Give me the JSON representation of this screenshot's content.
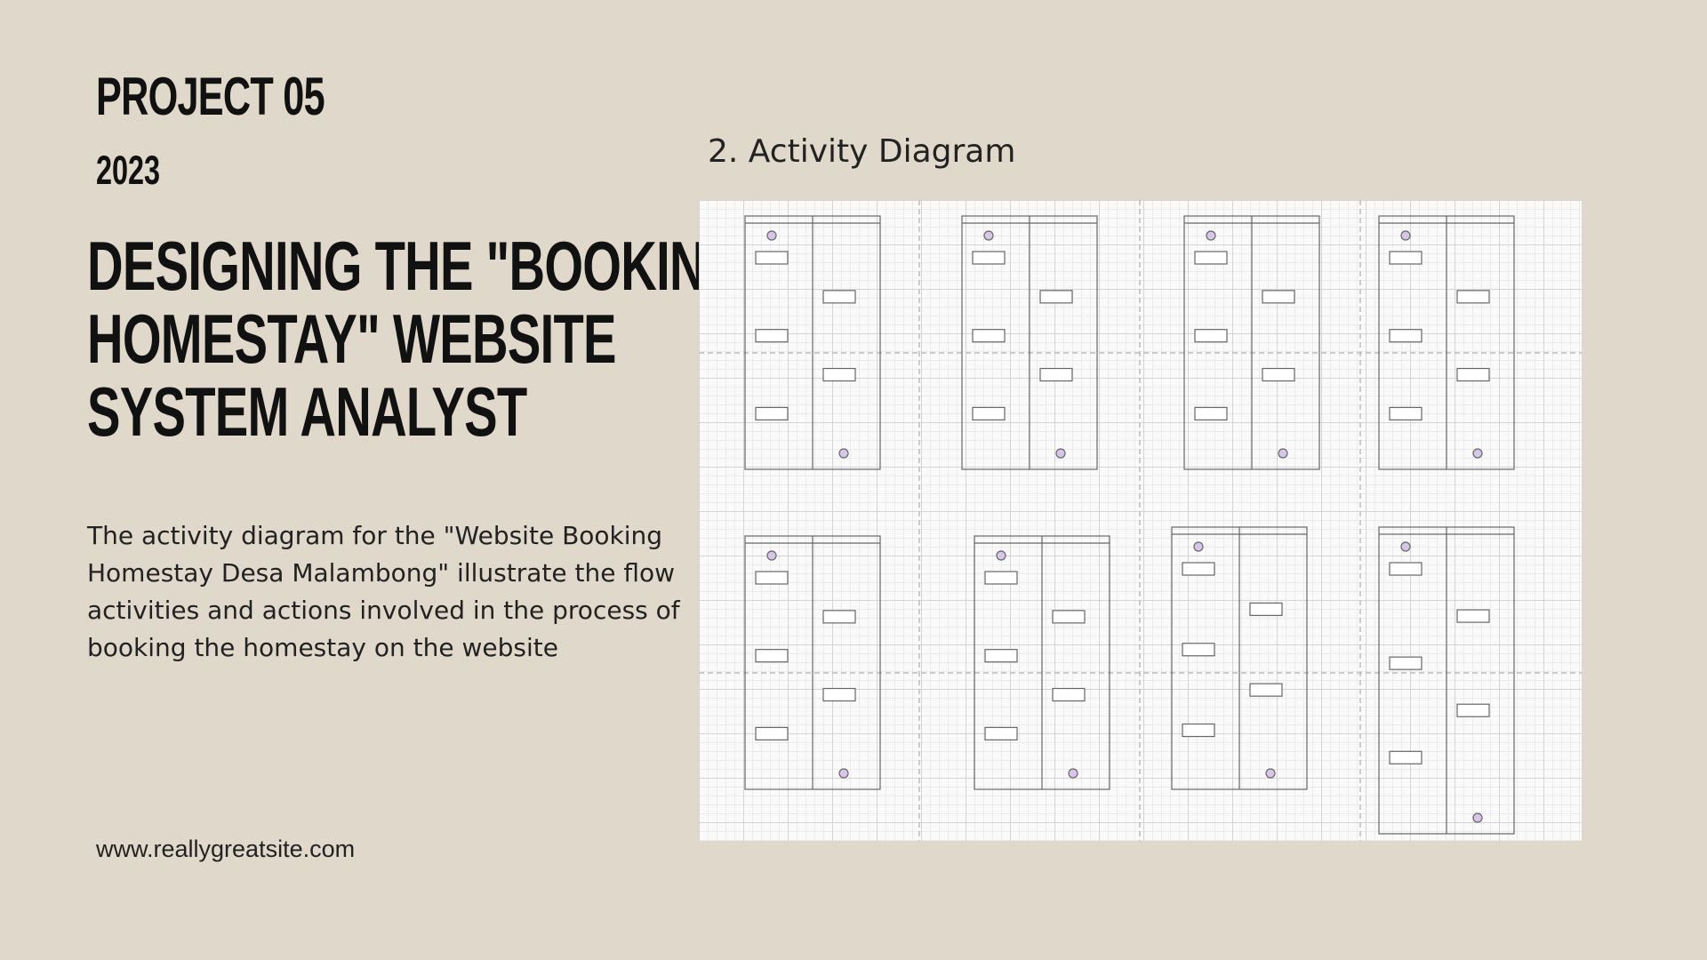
{
  "project": {
    "label": "PROJECT 05",
    "year": "2023"
  },
  "headline": {
    "line1": "DESIGNING THE \"BOOKING",
    "line2": "HOMESTAY\" WEBSITE",
    "line3": "SYSTEM ANALYST"
  },
  "description": "The activity diagram for the \"Website Booking Homestay Desa Malambong\" illustrate the flow activities and actions involved in the process of booking the homestay on the website",
  "website": "www.reallygreatsite.com",
  "diagram_section": {
    "title": "2. Activity Diagram"
  },
  "colors": {
    "background": "#e0d8cb",
    "node_start": "#d8c6e8",
    "stroke": "#555555"
  }
}
